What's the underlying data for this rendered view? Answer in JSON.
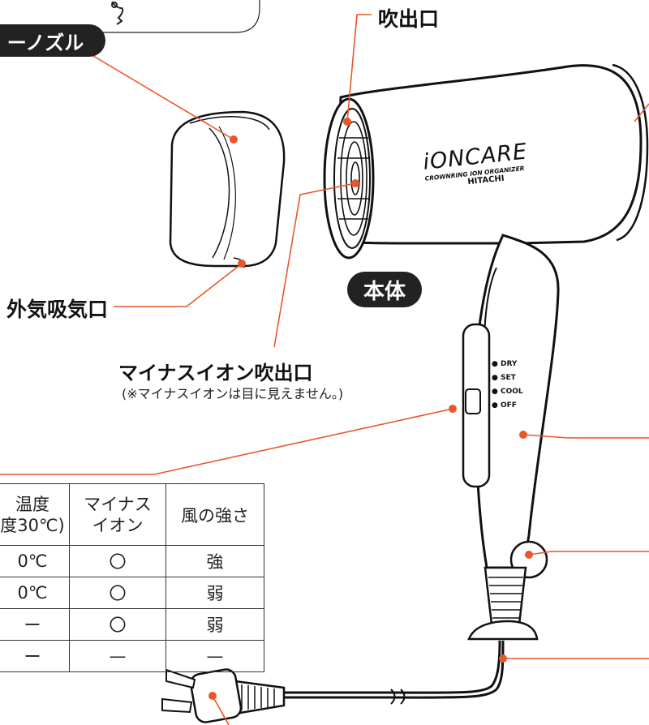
{
  "colors": {
    "accent": "#e8572a",
    "pill": "#222222",
    "line": "#111111"
  },
  "labels": {
    "nozzle": "ーノズル",
    "outlet": "吹出口",
    "body": "本体",
    "air_intake": "外気吸気口",
    "ion_outlet": "マイナスイオン吹出口",
    "ion_note": "(※マイナスイオンは目に見えません。)"
  },
  "dryer_print": {
    "brand_line1": "iONCARE",
    "brand_line2": "CROWNRING ION ORGANIZER",
    "maker": "HITACHI",
    "switch_positions": [
      "DRY",
      "SET",
      "COOL",
      "OFF"
    ]
  },
  "spec_table": {
    "headers": [
      [
        "温度",
        "度30℃)"
      ],
      [
        "マイナス",
        "イオン"
      ],
      [
        "風の強さ"
      ]
    ],
    "rows": [
      [
        "0℃",
        "〇",
        "強"
      ],
      [
        "0℃",
        "〇",
        "弱"
      ],
      [
        "ー",
        "〇",
        "弱"
      ],
      [
        "ー",
        "—",
        "—"
      ]
    ]
  }
}
